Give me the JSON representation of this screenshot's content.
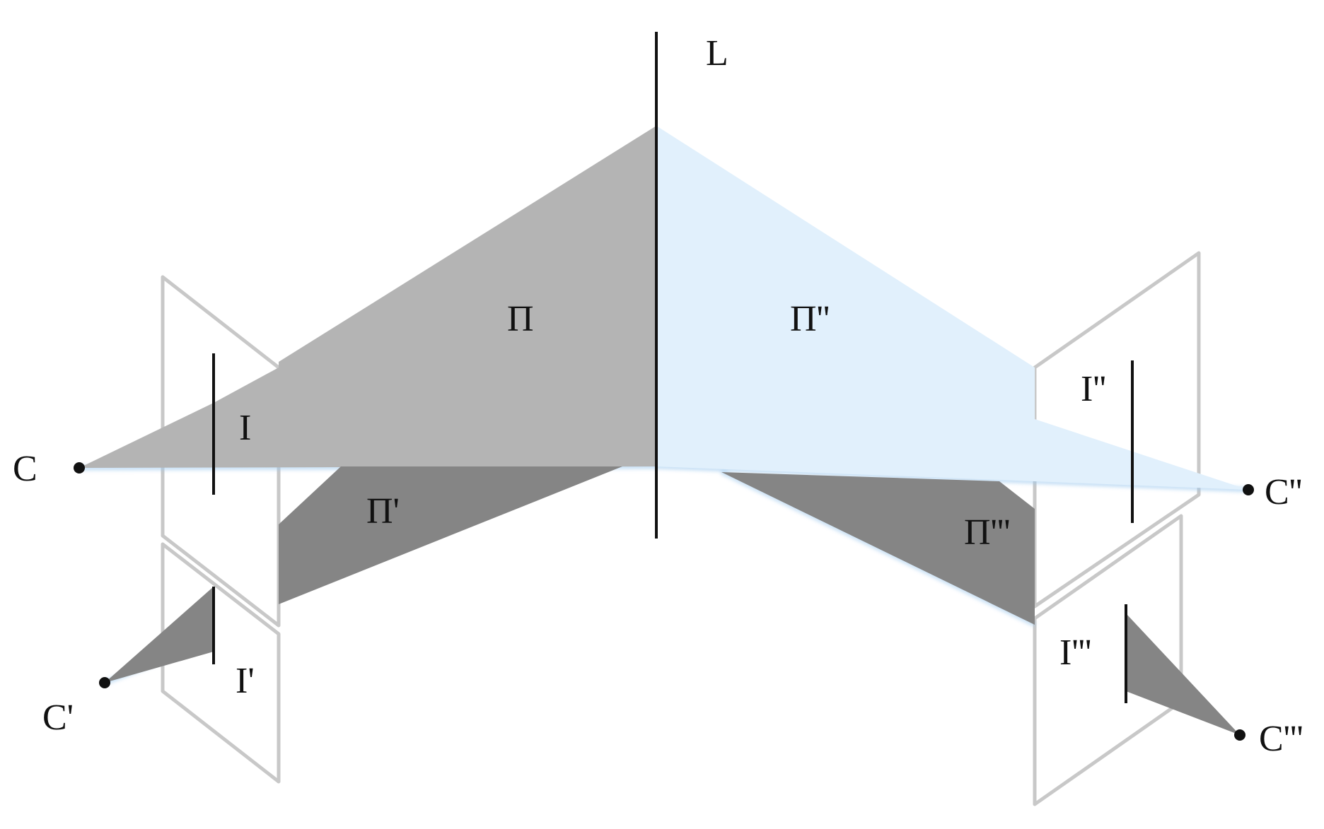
{
  "diagram": {
    "labels": {
      "line": "L",
      "plane_1": "Π",
      "plane_2": "Π'",
      "plane_3": "Π''",
      "plane_4": "Π'''",
      "image_line_1": "I",
      "image_line_2": "I'",
      "image_line_3": "I''",
      "image_line_4": "I'''",
      "camera_1": "C",
      "camera_2": "C'",
      "camera_3": "C''",
      "camera_4": "C'''"
    },
    "colors": {
      "plane_light_gray": "#b4b4b4",
      "plane_dark_gray": "#858585",
      "plane_light_blue": "#e1f0fc",
      "image_frame": "#c8c8c8",
      "line": "#111111"
    }
  }
}
